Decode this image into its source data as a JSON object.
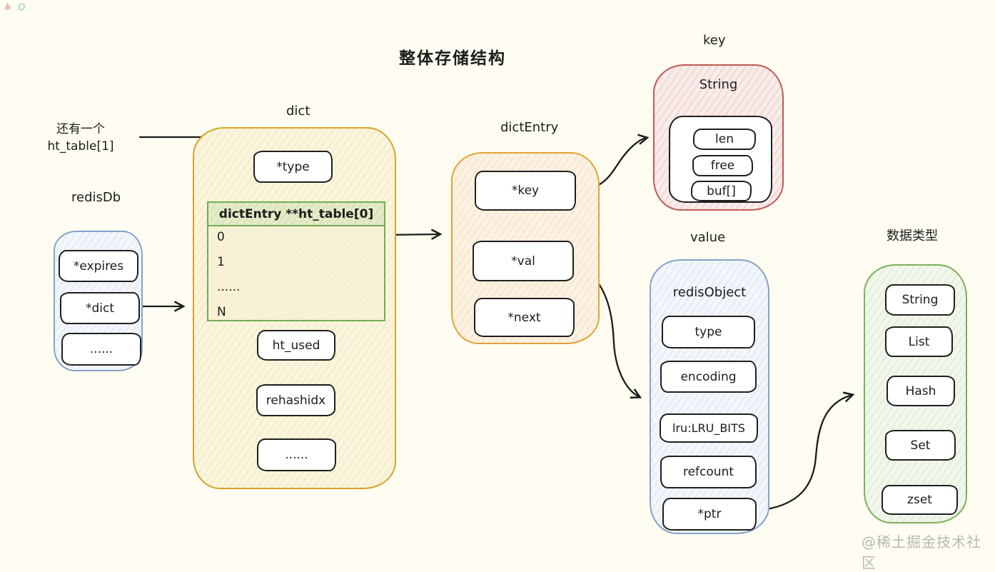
{
  "title": "整体存储结构",
  "annotation": {
    "line1": "还有一个",
    "line2": "ht_table[1]"
  },
  "watermark": "@稀土掘金技术社区",
  "colors": {
    "background": "#fffdf2",
    "stroke": "#1c1c1c",
    "redisdb_blue": "#85a3c8",
    "dict_yellow": "#d5a42c",
    "table_green": "#74ab57",
    "dictentry_orange": "#e2a138",
    "key_red": "#bf5a56",
    "value_blue": "#85a3c8",
    "datatypes_green": "#7cb05c",
    "watermark_gray": "#b8b8ae"
  },
  "groups": {
    "redisdb": {
      "label": "redisDb",
      "fields": [
        "*expires",
        "*dict",
        "......"
      ]
    },
    "dict": {
      "label": "dict",
      "type_field": "*type",
      "hash_table": {
        "header": "dictEntry **ht_table[0]",
        "rows": [
          "0",
          "1",
          "......",
          "N"
        ]
      },
      "fields": [
        "ht_used",
        "rehashidx",
        "......"
      ]
    },
    "dictentry": {
      "label": "dictEntry",
      "fields": [
        "*key",
        "*val",
        "*next"
      ]
    },
    "key": {
      "label": "key",
      "struct_name": "String",
      "fields": [
        "len",
        "free",
        "buf[]"
      ]
    },
    "value": {
      "label": "value",
      "struct_name": "redisObject",
      "fields": [
        "type",
        "encoding",
        "lru:LRU_BITS",
        "refcount",
        "*ptr"
      ]
    },
    "datatypes": {
      "label": "数据类型",
      "fields": [
        "String",
        "List",
        "Hash",
        "Set",
        "zset"
      ]
    }
  }
}
